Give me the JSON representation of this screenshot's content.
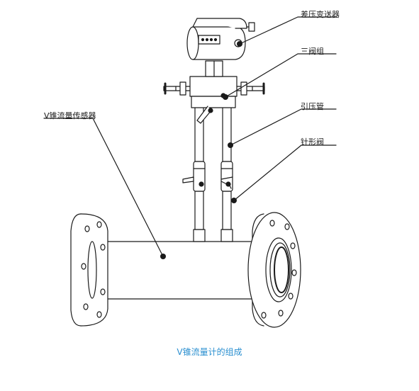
{
  "labels": {
    "transmitter": "差压变送器",
    "three_valve_manifold": "三阀组",
    "impulse_tube": "引压管",
    "needle_valve": "针形阀",
    "v_cone_sensor": "V锥流量传感器"
  },
  "caption": "V锥流量计的组成",
  "colors": {
    "stroke": "#1a1a1a",
    "caption": "#2a8fd0",
    "background": "#ffffff"
  }
}
